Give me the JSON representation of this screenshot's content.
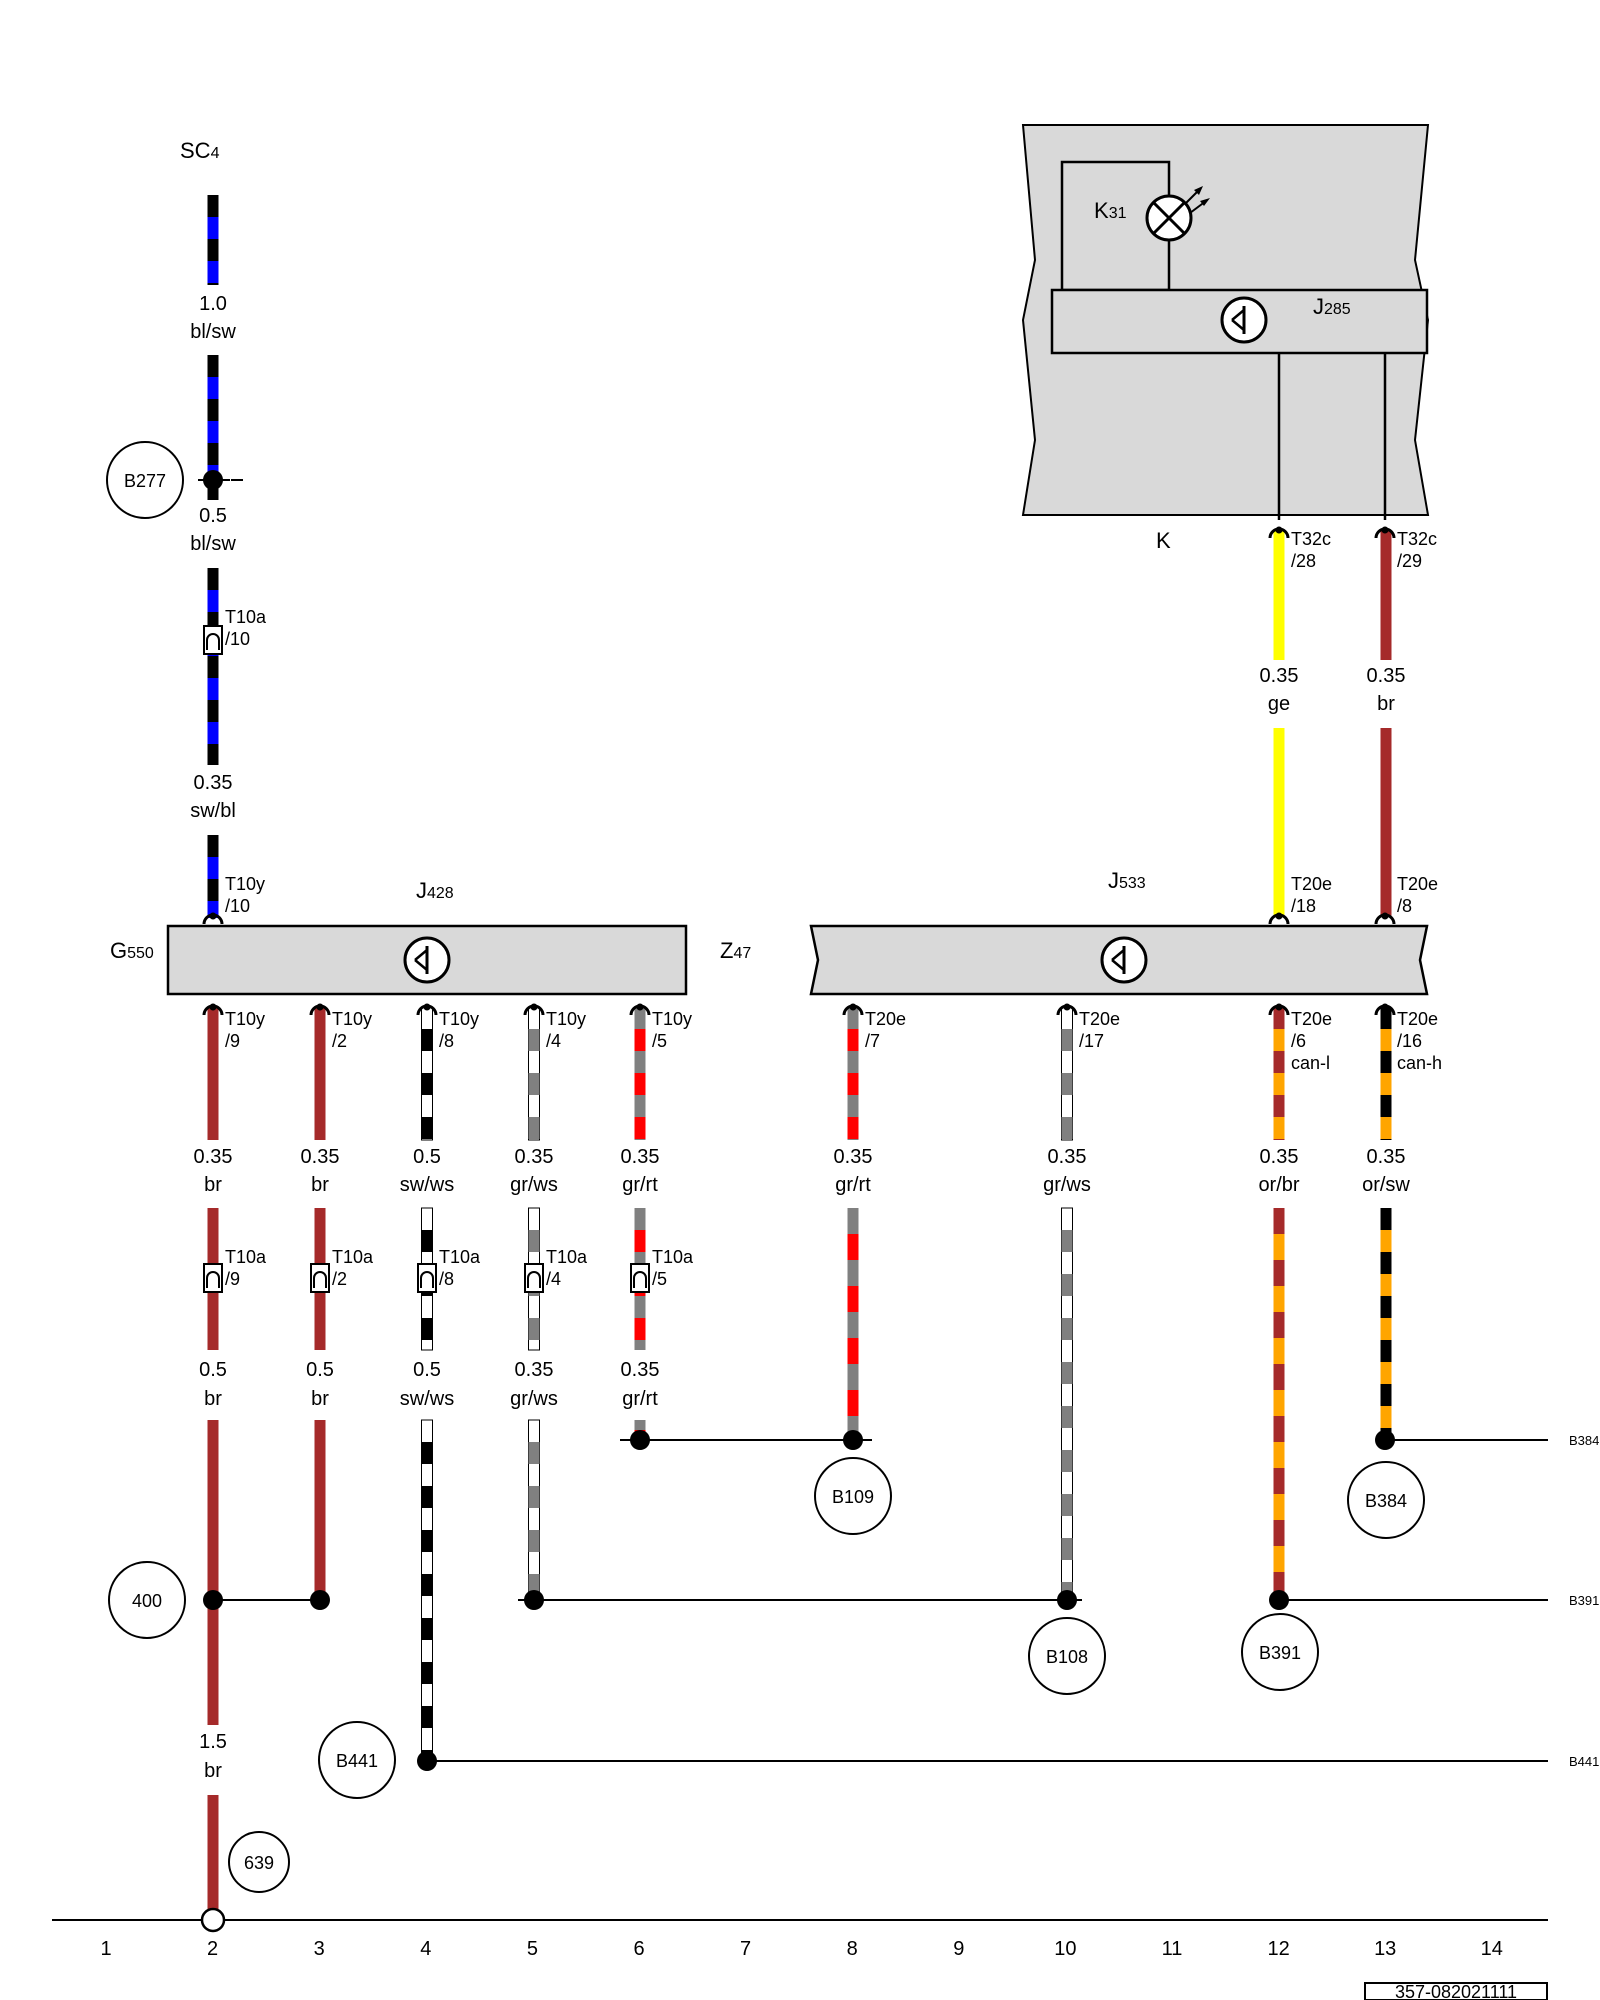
{
  "top_labels": {
    "sc4_main": "SC",
    "sc4_sub": "4"
  },
  "components": {
    "k31": {
      "main": "K",
      "sub": "31"
    },
    "j285": {
      "main": "J",
      "sub": "285"
    },
    "k": {
      "main": "K"
    },
    "j428": {
      "main": "J",
      "sub": "428"
    },
    "j533": {
      "main": "J",
      "sub": "533"
    },
    "g550": {
      "main": "G",
      "sub": "550"
    },
    "z47": {
      "main": "Z",
      "sub": "47"
    }
  },
  "wire_labels": {
    "sc4_a": {
      "size": "1.0",
      "color": "bl/sw"
    },
    "sc4_b": {
      "size": "0.5",
      "color": "bl/sw"
    },
    "sc4_c": {
      "size": "0.35",
      "color": "sw/bl"
    },
    "w12_top": {
      "size": "0.35",
      "color": "ge"
    },
    "w13_top": {
      "size": "0.35",
      "color": "br"
    },
    "w2_a": {
      "size": "0.35",
      "color": "br"
    },
    "w3_a": {
      "size": "0.35",
      "color": "br"
    },
    "w4_a": {
      "size": "0.5",
      "color": "sw/ws"
    },
    "w5_a": {
      "size": "0.35",
      "color": "gr/ws"
    },
    "w6_a": {
      "size": "0.35",
      "color": "gr/rt"
    },
    "w8_a": {
      "size": "0.35",
      "color": "gr/rt"
    },
    "w10_a": {
      "size": "0.35",
      "color": "gr/ws"
    },
    "w12_a": {
      "size": "0.35",
      "color": "or/br"
    },
    "w13_a": {
      "size": "0.35",
      "color": "or/sw"
    },
    "w2_b": {
      "size": "0.5",
      "color": "br"
    },
    "w3_b": {
      "size": "0.5",
      "color": "br"
    },
    "w4_b": {
      "size": "0.5",
      "color": "sw/ws"
    },
    "w5_b": {
      "size": "0.35",
      "color": "gr/ws"
    },
    "w6_b": {
      "size": "0.35",
      "color": "gr/rt"
    },
    "w2_c": {
      "size": "1.5",
      "color": "br"
    }
  },
  "connectors": {
    "t10a_10": {
      "l1": "T10a",
      "l2": "/10"
    },
    "t10y_10": {
      "l1": "T10y",
      "l2": "/10"
    },
    "t32c_28": {
      "l1": "T32c",
      "l2": "/28"
    },
    "t32c_29": {
      "l1": "T32c",
      "l2": "/29"
    },
    "t20e_18": {
      "l1": "T20e",
      "l2": "/18"
    },
    "t20e_8": {
      "l1": "T20e",
      "l2": "/8"
    },
    "t10y_9": {
      "l1": "T10y",
      "l2": "/9"
    },
    "t10y_2": {
      "l1": "T10y",
      "l2": "/2"
    },
    "t10y_8": {
      "l1": "T10y",
      "l2": "/8"
    },
    "t10y_4": {
      "l1": "T10y",
      "l2": "/4"
    },
    "t10y_5": {
      "l1": "T10y",
      "l2": "/5"
    },
    "t20e_7": {
      "l1": "T20e",
      "l2": "/7"
    },
    "t20e_17": {
      "l1": "T20e",
      "l2": "/17"
    },
    "t20e_6": {
      "l1": "T20e",
      "l2": "/6",
      "l3": "can-l"
    },
    "t20e_16": {
      "l1": "T20e",
      "l2": "/16",
      "l3": "can-h"
    },
    "t10a_9": {
      "l1": "T10a",
      "l2": "/9"
    },
    "t10a_2": {
      "l1": "T10a",
      "l2": "/2"
    },
    "t10a_8": {
      "l1": "T10a",
      "l2": "/8"
    },
    "t10a_4": {
      "l1": "T10a",
      "l2": "/4"
    },
    "t10a_5": {
      "l1": "T10a",
      "l2": "/5"
    }
  },
  "circles": {
    "b277": "B277",
    "b109": "B109",
    "b384": "B384",
    "n400": "400",
    "b108": "B108",
    "b391": "B391",
    "b441": "B441",
    "n639": "639"
  },
  "edge_refs": {
    "b384": "B384",
    "b391": "B391",
    "b441": "B441"
  },
  "track_numbers": [
    "1",
    "2",
    "3",
    "4",
    "5",
    "6",
    "7",
    "8",
    "9",
    "10",
    "11",
    "12",
    "13",
    "14"
  ],
  "drawing_number": "357-082021111",
  "wire_colors": {
    "br": "#a52a2a",
    "bl": "#0000ff",
    "sw": "#000000",
    "ws": "#ffffff",
    "gr": "#808080",
    "rt": "#ff0000",
    "ge": "#ffff00",
    "or": "#ffa500"
  },
  "component_fill": "#d9d9d9"
}
